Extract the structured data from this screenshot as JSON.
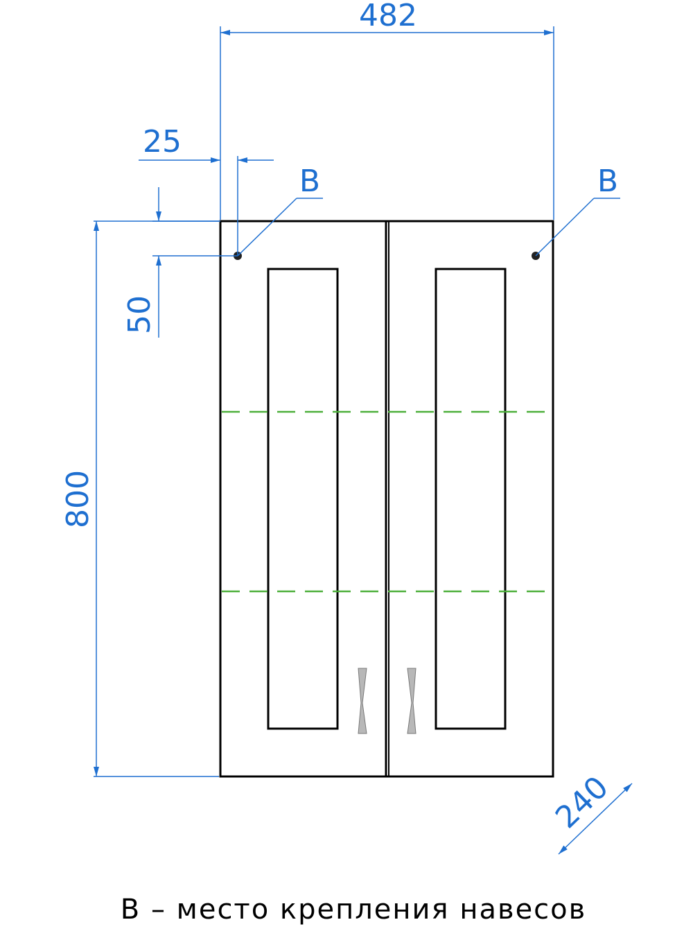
{
  "dimensions": {
    "width": "482",
    "height": "800",
    "depth": "240",
    "hole_offset_x": "25",
    "hole_offset_y": "50"
  },
  "markers": {
    "left": "B",
    "right": "B"
  },
  "caption": "В – место крепления навесов",
  "colors": {
    "dimension": "#1e6fd0",
    "outline": "#000000",
    "shelf": "#4caf3a",
    "handle": "#b8b8b8"
  }
}
